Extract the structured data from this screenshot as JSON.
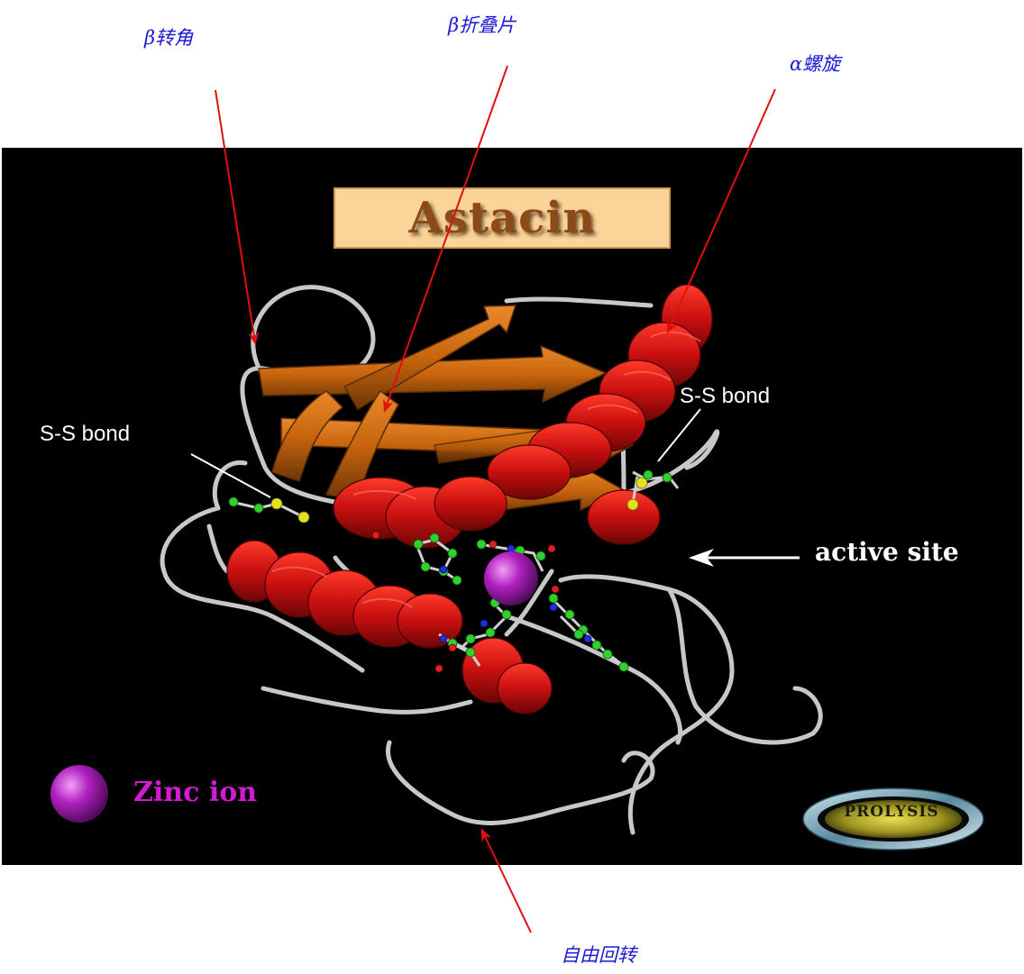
{
  "callouts": {
    "beta_turn": "β转角",
    "beta_sheet": "β折叠片",
    "alpha_helix": "α螺旋",
    "random_coil": "自由回转"
  },
  "figure": {
    "title": "Astacin",
    "ss_bond_left": "S-S bond",
    "ss_bond_right": "S-S bond",
    "active_site": "active site",
    "zinc_ion": "Zinc ion",
    "logo": "PROLYSIS"
  },
  "colors": {
    "callout_text": "#1a1ad6",
    "arrow": "#e01010",
    "helix": "#cc1010",
    "sheet": "#c8650e",
    "coil": "#c8c8c8",
    "zinc": "#a020b0",
    "background": "#000000"
  }
}
